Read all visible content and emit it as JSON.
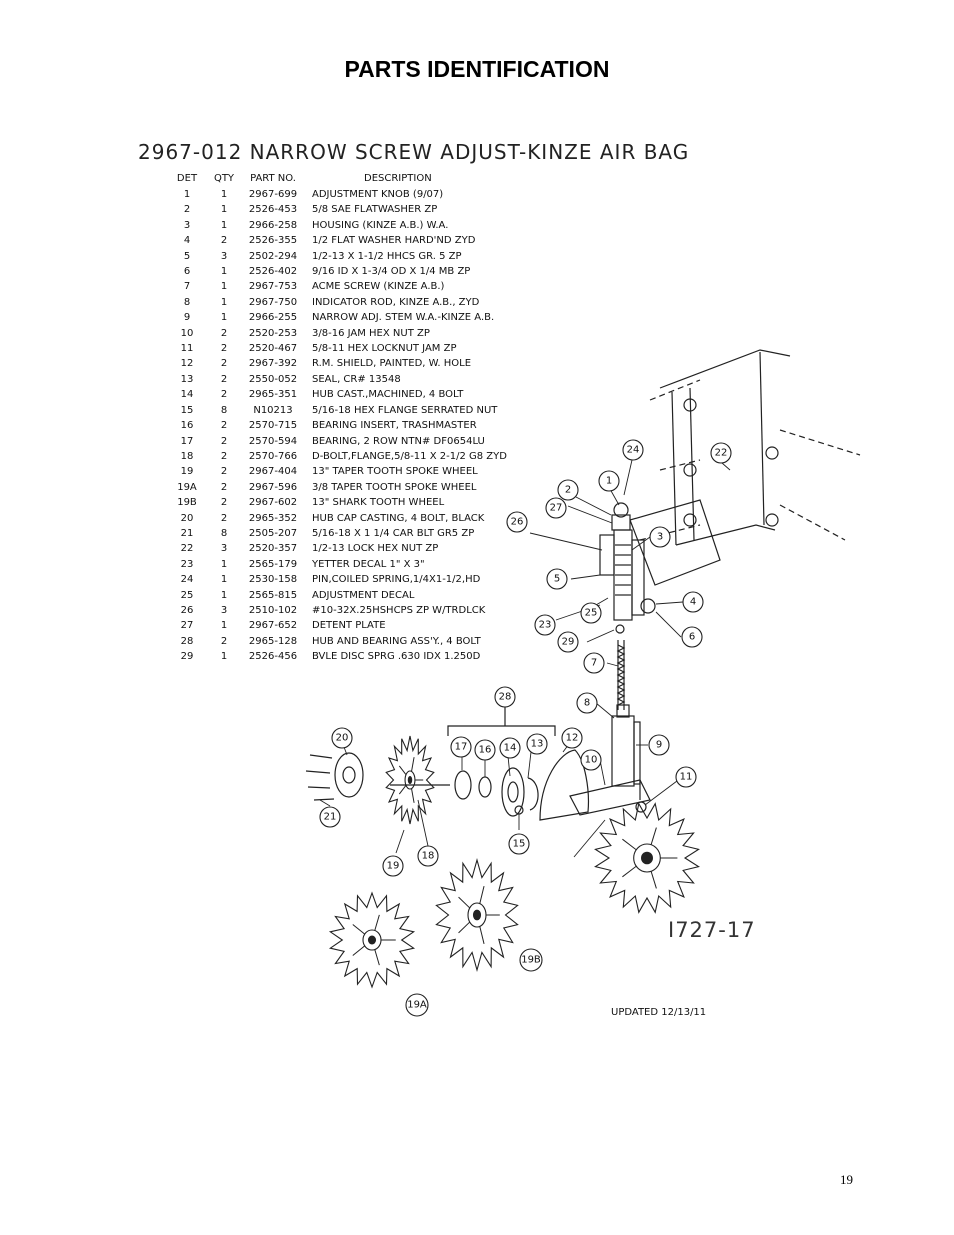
{
  "page": {
    "title": "PARTS IDENTIFICATION",
    "page_number": "19"
  },
  "assembly": {
    "title": "2967-012  NARROW SCREW ADJUST-KINZE AIR BAG",
    "reference": "I727-17",
    "updated": "UPDATED 12/13/11"
  },
  "table": {
    "headers": [
      "DET",
      "QTY",
      "PART NO.",
      "DESCRIPTION"
    ],
    "rows": [
      [
        "1",
        "1",
        "2967-699",
        "ADJUSTMENT KNOB (9/07)"
      ],
      [
        "2",
        "1",
        "2526-453",
        "5/8 SAE FLATWASHER  ZP"
      ],
      [
        "3",
        "1",
        "2966-258",
        "HOUSING (KINZE A.B.) W.A."
      ],
      [
        "4",
        "2",
        "2526-355",
        "1/2 FLAT WASHER HARD'ND ZYD"
      ],
      [
        "5",
        "3",
        "2502-294",
        "1/2-13 X 1-1/2 HHCS GR. 5 ZP"
      ],
      [
        "6",
        "1",
        "2526-402",
        "9/16 ID X 1-3/4 OD X 1/4 MB ZP"
      ],
      [
        "7",
        "1",
        "2967-753",
        "ACME SCREW (KINZE A.B.)"
      ],
      [
        "8",
        "1",
        "2967-750",
        "INDICATOR ROD, KINZE A.B., ZYD"
      ],
      [
        "9",
        "1",
        "2966-255",
        "NARROW ADJ. STEM W.A.-KINZE A.B."
      ],
      [
        "10",
        "2",
        "2520-253",
        "3/8-16 JAM HEX NUT ZP"
      ],
      [
        "11",
        "2",
        "2520-467",
        "5/8-11 HEX LOCKNUT JAM ZP"
      ],
      [
        "12",
        "2",
        "2967-392",
        "R.M. SHIELD, PAINTED, W. HOLE"
      ],
      [
        "13",
        "2",
        "2550-052",
        "SEAL, CR# 13548"
      ],
      [
        "14",
        "2",
        "2965-351",
        "HUB CAST.,MACHINED, 4 BOLT"
      ],
      [
        "15",
        "8",
        "N10213",
        "5/16-18 HEX FLANGE SERRATED NUT"
      ],
      [
        "16",
        "2",
        "2570-715",
        "BEARING INSERT, TRASHMASTER"
      ],
      [
        "17",
        "2",
        "2570-594",
        "BEARING, 2 ROW NTN# DF0654LU"
      ],
      [
        "18",
        "2",
        "2570-766",
        "D-BOLT,FLANGE,5/8-11 X 2-1/2 G8 ZYD"
      ],
      [
        "19",
        "2",
        "2967-404",
        "13\" TAPER TOOTH SPOKE WHEEL"
      ],
      [
        "19A",
        "2",
        "2967-596",
        "3/8 TAPER TOOTH SPOKE WHEEL"
      ],
      [
        "19B",
        "2",
        "2967-602",
        "13\" SHARK TOOTH WHEEL"
      ],
      [
        "20",
        "2",
        "2965-352",
        "HUB CAP CASTING, 4 BOLT, BLACK"
      ],
      [
        "21",
        "8",
        "2505-207",
        "5/16-18 X 1 1/4 CAR BLT GR5 ZP"
      ],
      [
        "22",
        "3",
        "2520-357",
        "1/2-13 LOCK HEX NUT ZP"
      ],
      [
        "23",
        "1",
        "2565-179",
        "YETTER DECAL 1\" X 3\""
      ],
      [
        "24",
        "1",
        "2530-158",
        "PIN,COILED SPRING,1/4X1-1/2,HD"
      ],
      [
        "25",
        "1",
        "2565-815",
        "ADJUSTMENT DECAL"
      ],
      [
        "26",
        "3",
        "2510-102",
        "#10-32X.25HSHCPS ZP W/TRDLCK"
      ],
      [
        "27",
        "1",
        "2967-652",
        "DETENT PLATE"
      ],
      [
        "28",
        "2",
        "2965-128",
        "HUB AND BEARING ASS'Y., 4 BOLT"
      ],
      [
        "29",
        "1",
        "2526-456",
        "BVLE DISC SPRG .630 IDX 1.250D"
      ]
    ]
  },
  "callouts": [
    "1",
    "2",
    "3",
    "4",
    "5",
    "6",
    "7",
    "8",
    "9",
    "10",
    "11",
    "12",
    "13",
    "14",
    "15",
    "16",
    "17",
    "18",
    "19",
    "19A",
    "19B",
    "20",
    "21",
    "22",
    "23",
    "24",
    "25",
    "26",
    "27",
    "28",
    "29"
  ]
}
